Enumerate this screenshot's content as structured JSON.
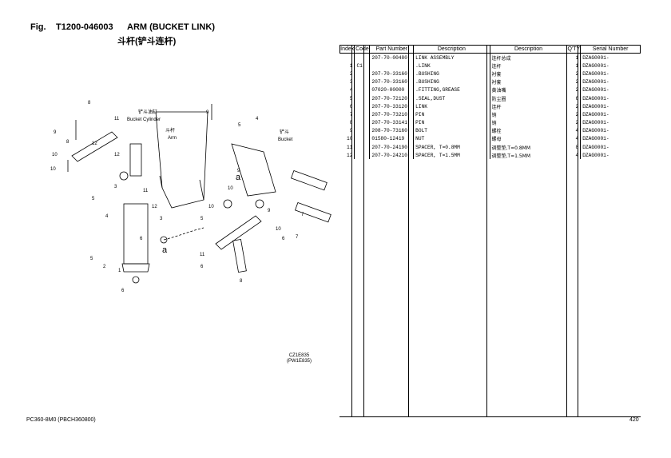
{
  "header": {
    "fig_label": "Fig.",
    "fig_code": "T1200-046003",
    "title": "ARM (BUCKET LINK)",
    "subtitle": "斗杆(铲斗连杆)"
  },
  "diagram": {
    "labels": {
      "bucket_cylinder_cn": "铲斗油缸",
      "bucket_cylinder_en": "Bucket Cylinder",
      "arm_cn": "斗杆",
      "arm_en": "Arm",
      "bucket_cn": "铲斗",
      "bucket_en": "Bucket",
      "ref_a": "a"
    },
    "callouts": [
      "8",
      "11",
      "9",
      "10",
      "12",
      "10",
      "3",
      "5",
      "4",
      "2",
      "1",
      "5",
      "6",
      "11",
      "3",
      "12",
      "10",
      "9",
      "5",
      "6",
      "10",
      "9",
      "7",
      "11",
      "8",
      "6",
      "10",
      "9",
      "5",
      "7",
      "12",
      "8",
      "4",
      "6"
    ],
    "ref_code": "CZ1E835",
    "ref_code2": "(PW1E835)"
  },
  "table": {
    "headers": [
      "Index",
      "Code",
      "Part Number",
      "Description",
      "Description",
      "Q'TY",
      "Serial Number"
    ],
    "rows": [
      {
        "index": "",
        "code": "",
        "part": "207-70-00480",
        "desc": "LINK ASSEMBLY",
        "desc_cn": "连杆总成",
        "qty": "1",
        "serial": "DZAG0001-"
      },
      {
        "index": "1",
        "code": "C1",
        "part": "",
        "desc": ".LINK",
        "desc_cn": "连杆",
        "qty": "1",
        "serial": "DZAG0001-"
      },
      {
        "index": "2",
        "code": "",
        "part": "207-70-33160",
        "desc": ".BUSHING",
        "desc_cn": "衬套",
        "qty": "2",
        "serial": "DZAG0001-"
      },
      {
        "index": "3",
        "code": "",
        "part": "207-70-33160",
        "desc": ".BUSHING",
        "desc_cn": "衬套",
        "qty": "2",
        "serial": "DZAG0001-"
      },
      {
        "index": "4",
        "code": "",
        "part": "07020-00000",
        "desc": ".FITTING,GREASE",
        "desc_cn": "黄油嘴",
        "qty": "2",
        "serial": "DZAG0001-"
      },
      {
        "index": "5",
        "code": "",
        "part": "207-70-72120",
        "desc": ".SEAL,DUST",
        "desc_cn": "防尘圈",
        "qty": "6",
        "serial": "DZAG0001-"
      },
      {
        "index": "6",
        "code": "",
        "part": "207-70-33120",
        "desc": "LINK",
        "desc_cn": "连杆",
        "qty": "2",
        "serial": "DZAG0001-"
      },
      {
        "index": "7",
        "code": "",
        "part": "207-70-73210",
        "desc": "PIN",
        "desc_cn": "销",
        "qty": "2",
        "serial": "DZAG0001-"
      },
      {
        "index": "8",
        "code": "",
        "part": "207-70-33141",
        "desc": "PIN",
        "desc_cn": "销",
        "qty": "2",
        "serial": "DZAG0001-"
      },
      {
        "index": "9",
        "code": "",
        "part": "208-70-73160",
        "desc": "BOLT",
        "desc_cn": "螺栓",
        "qty": "4",
        "serial": "DZAG0001-"
      },
      {
        "index": "10",
        "code": "",
        "part": "01580-12419",
        "desc": "NUT",
        "desc_cn": "螺母",
        "qty": "4",
        "serial": "DZAG0001-"
      },
      {
        "index": "11",
        "code": "",
        "part": "207-70-24190",
        "desc": "SPACER, T=0.8MM",
        "desc_cn": "调整垫,T=0.8MM",
        "qty": "8",
        "serial": "DZAG0001-"
      },
      {
        "index": "12",
        "code": "",
        "part": "207-70-24210",
        "desc": "SPACER, T=1.5MM",
        "desc_cn": "调整垫,T=1.5MM",
        "qty": "4",
        "serial": "DZAG0001-"
      }
    ]
  },
  "footer": {
    "model": "PC360-8M0 (PBCH360800)",
    "page": "420"
  }
}
